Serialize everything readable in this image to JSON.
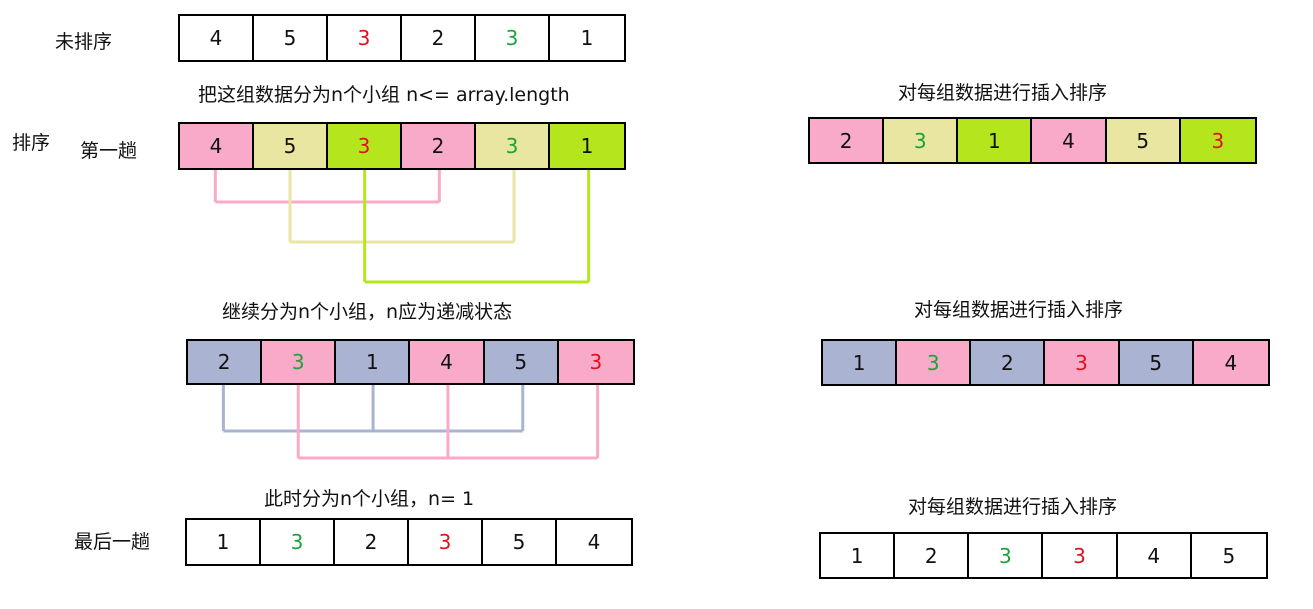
{
  "labels": {
    "unsorted": "未排序",
    "split_desc": "把这组数据分为n个小组 n<= array.length",
    "sort": "排序",
    "pass1": "第一趟",
    "continue_desc": "继续分为n个小组，n应为递减状态",
    "final_desc": "此时分为n个小组，n= 1",
    "last_pass": "最后一趟",
    "insert_sort_1": "对每组数据进行插入排序",
    "insert_sort_2": "对每组数据进行插入排序",
    "insert_sort_3": "对每组数据进行插入排序"
  },
  "colors": {
    "pink": "#f9aac8",
    "khaki": "#e8e6a0",
    "lime": "#b5e61d",
    "slate": "#aab4d2",
    "white": "#ffffff",
    "red_text": "#e0101e",
    "green_text": "#1aa33a"
  },
  "arrays": {
    "unsorted": [
      {
        "v": "4",
        "bg": "white",
        "fg": "black"
      },
      {
        "v": "5",
        "bg": "white",
        "fg": "black"
      },
      {
        "v": "3",
        "bg": "white",
        "fg": "red"
      },
      {
        "v": "2",
        "bg": "white",
        "fg": "black"
      },
      {
        "v": "3",
        "bg": "white",
        "fg": "green"
      },
      {
        "v": "1",
        "bg": "white",
        "fg": "black"
      }
    ],
    "pass1": [
      {
        "v": "4",
        "bg": "pink",
        "fg": "black"
      },
      {
        "v": "5",
        "bg": "khaki",
        "fg": "black"
      },
      {
        "v": "3",
        "bg": "lime",
        "fg": "red"
      },
      {
        "v": "2",
        "bg": "pink",
        "fg": "black"
      },
      {
        "v": "3",
        "bg": "khaki",
        "fg": "green"
      },
      {
        "v": "1",
        "bg": "lime",
        "fg": "black"
      }
    ],
    "pass1_result": [
      {
        "v": "2",
        "bg": "pink",
        "fg": "black"
      },
      {
        "v": "3",
        "bg": "khaki",
        "fg": "green"
      },
      {
        "v": "1",
        "bg": "lime",
        "fg": "black"
      },
      {
        "v": "4",
        "bg": "pink",
        "fg": "black"
      },
      {
        "v": "5",
        "bg": "khaki",
        "fg": "black"
      },
      {
        "v": "3",
        "bg": "lime",
        "fg": "red"
      }
    ],
    "pass2": [
      {
        "v": "2",
        "bg": "slate",
        "fg": "black"
      },
      {
        "v": "3",
        "bg": "pink",
        "fg": "green"
      },
      {
        "v": "1",
        "bg": "slate",
        "fg": "black"
      },
      {
        "v": "4",
        "bg": "pink",
        "fg": "black"
      },
      {
        "v": "5",
        "bg": "slate",
        "fg": "black"
      },
      {
        "v": "3",
        "bg": "pink",
        "fg": "red"
      }
    ],
    "pass2_result": [
      {
        "v": "1",
        "bg": "slate",
        "fg": "black"
      },
      {
        "v": "3",
        "bg": "pink",
        "fg": "green"
      },
      {
        "v": "2",
        "bg": "slate",
        "fg": "black"
      },
      {
        "v": "3",
        "bg": "pink",
        "fg": "red"
      },
      {
        "v": "5",
        "bg": "slate",
        "fg": "black"
      },
      {
        "v": "4",
        "bg": "pink",
        "fg": "black"
      }
    ],
    "last_pass": [
      {
        "v": "1",
        "bg": "white",
        "fg": "black"
      },
      {
        "v": "3",
        "bg": "white",
        "fg": "green"
      },
      {
        "v": "2",
        "bg": "white",
        "fg": "black"
      },
      {
        "v": "3",
        "bg": "white",
        "fg": "red"
      },
      {
        "v": "5",
        "bg": "white",
        "fg": "black"
      },
      {
        "v": "4",
        "bg": "white",
        "fg": "black"
      }
    ],
    "final_result": [
      {
        "v": "1",
        "bg": "white",
        "fg": "black"
      },
      {
        "v": "2",
        "bg": "white",
        "fg": "black"
      },
      {
        "v": "3",
        "bg": "white",
        "fg": "green"
      },
      {
        "v": "3",
        "bg": "white",
        "fg": "red"
      },
      {
        "v": "4",
        "bg": "white",
        "fg": "black"
      },
      {
        "v": "5",
        "bg": "white",
        "fg": "black"
      }
    ]
  },
  "groups": {
    "pass1": [
      {
        "members": [
          0,
          3
        ],
        "color": "pink"
      },
      {
        "members": [
          1,
          4
        ],
        "color": "khaki"
      },
      {
        "members": [
          2,
          5
        ],
        "color": "lime"
      }
    ],
    "pass2": [
      {
        "members": [
          0,
          2,
          4
        ],
        "color": "slate"
      },
      {
        "members": [
          1,
          3,
          5
        ],
        "color": "pink"
      }
    ]
  }
}
